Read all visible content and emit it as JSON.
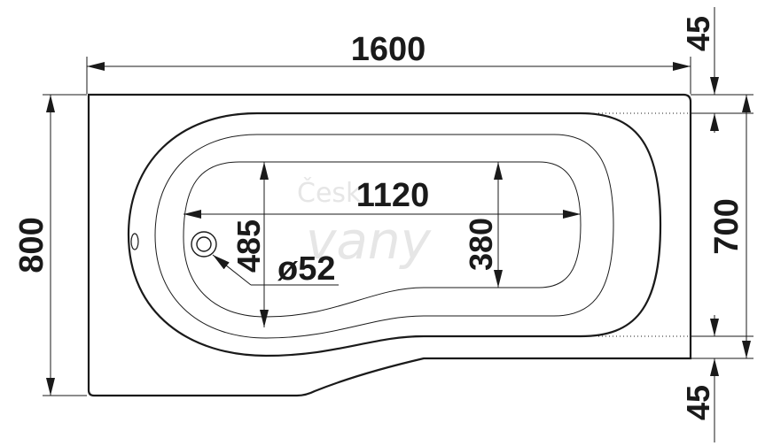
{
  "drawing": {
    "dimensions": {
      "overall_length": "1600",
      "overall_width": "800",
      "right_width": "700",
      "top_offset": "45",
      "bottom_offset": "45",
      "inner_length": "1120",
      "inner_width_left": "485",
      "inner_width_right": "380",
      "drain_diameter": "ø52"
    },
    "watermark": {
      "line1": "Česk",
      "line2": "vany"
    }
  }
}
